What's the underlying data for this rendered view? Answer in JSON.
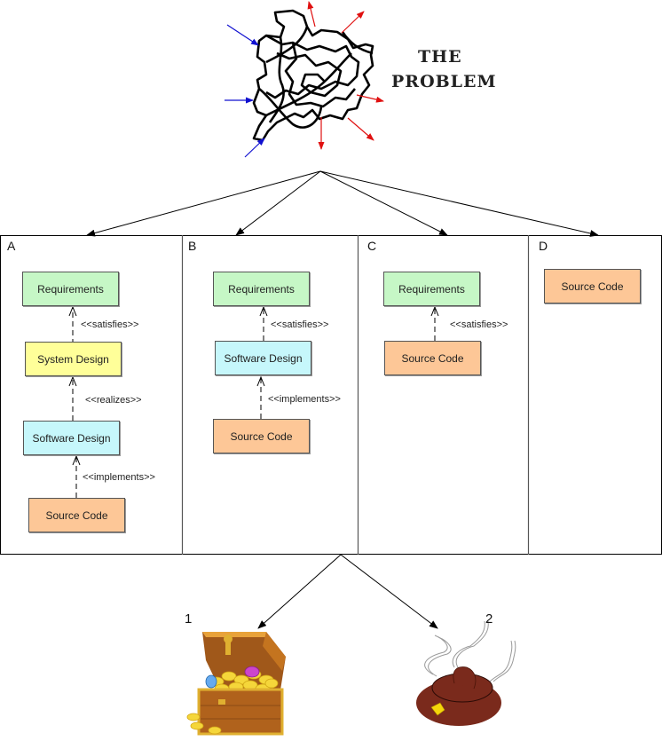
{
  "title": {
    "line1": "THE",
    "line2": "PROBLEM"
  },
  "panels": [
    {
      "letter": "A",
      "boxes": [
        "Requirements",
        "System Design",
        "Software Design",
        "Source Code"
      ],
      "relations": [
        "<<satisfies>>",
        "<<realizes>>",
        "<<implements>>"
      ]
    },
    {
      "letter": "B",
      "boxes": [
        "Requirements",
        "Software Design",
        "Source Code"
      ],
      "relations": [
        "<<satisfies>>",
        "<<implements>>"
      ]
    },
    {
      "letter": "C",
      "boxes": [
        "Requirements",
        "Source Code"
      ],
      "relations": [
        "<<satisfies>>"
      ]
    },
    {
      "letter": "D",
      "boxes": [
        "Source Code"
      ],
      "relations": []
    }
  ],
  "outcomes": [
    {
      "number": "1",
      "icon": "treasure-chest-icon"
    },
    {
      "number": "2",
      "icon": "dung-pile-icon"
    }
  ],
  "colors": {
    "requirements": "#c6f7c6",
    "system_design": "#ffff99",
    "software_design": "#c6f7fb",
    "source_code": "#fdc797",
    "incoming_arrows": "#1010d0",
    "outgoing_arrows": "#e01010"
  }
}
